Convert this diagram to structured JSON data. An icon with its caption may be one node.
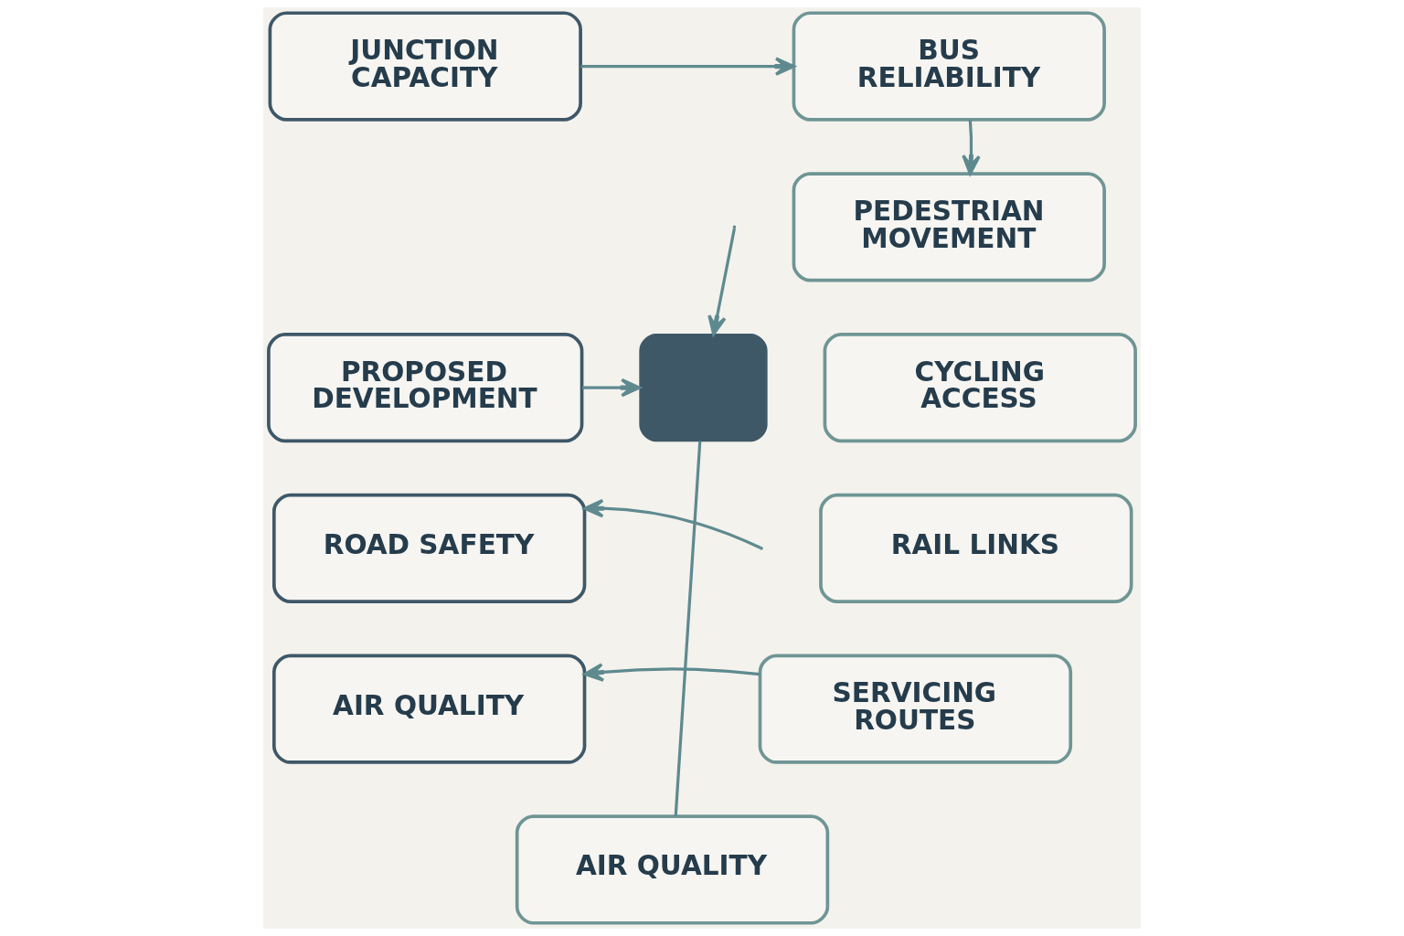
{
  "diagram": {
    "nodes": [
      {
        "text": [
          "JUNCTION CAPACITY"
        ]
      },
      {
        "text": [
          "BUS RELIABILITY"
        ]
      },
      {
        "text": [
          "PEDESTRIAN MOVEMENT"
        ]
      },
      {
        "text": [
          "PROPOSED DEVELOPMENT"
        ]
      },
      {
        "text": [],
        "shape": "box"
      },
      {
        "text": [
          "CYCLING ACCESS"
        ]
      },
      {
        "text": [
          "ROAD SAFETY"
        ]
      },
      {
        "text": [
          "RAIL LINKS"
        ]
      },
      {
        "text": [
          "AIR QUALITY"
        ]
      },
      {
        "text": [
          "SERVICING ROUTES"
        ]
      },
      {
        "text": [
          "AIR QUALITY"
        ]
      }
    ],
    "edges": [
      {
        "from": 0,
        "to": 1,
        "arrow": "to"
      },
      {
        "from": 1,
        "to": 2,
        "arrow": "to"
      },
      {
        "from": 3,
        "to": 4,
        "arrow": "to"
      },
      {
        "from": null,
        "to": 4,
        "arrow": "to"
      },
      {
        "from": null,
        "to": 6,
        "arrow": "to"
      },
      {
        "from": 9,
        "to": 8,
        "arrow": "to"
      },
      {
        "from": 4,
        "to": 10,
        "arrow": "none"
      }
    ]
  }
}
